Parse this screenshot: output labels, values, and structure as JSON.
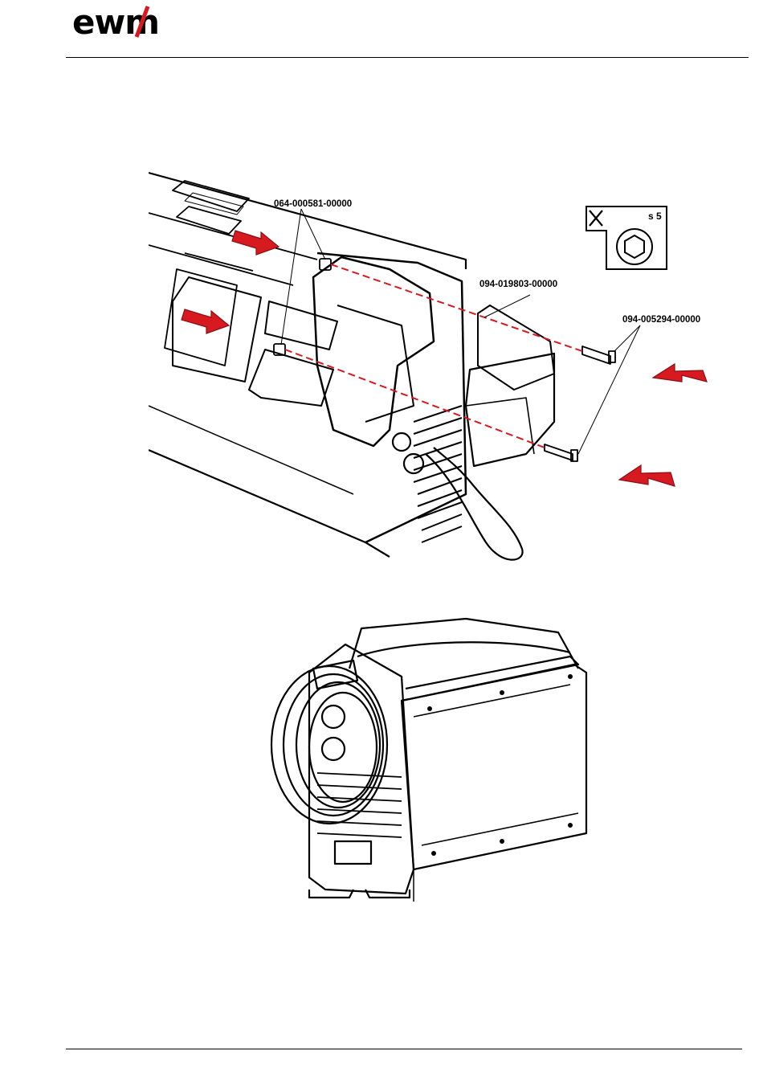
{
  "header": {
    "logo_text": "ewm",
    "logo_name": "ewm-logo",
    "logo_accent": "#d71920"
  },
  "figure_1": {
    "callouts": {
      "nut_part_number": "064-000581-00000",
      "bracket_part_number": "094-019803-00000",
      "screw_part_number": "094-005294-00000"
    },
    "tool": {
      "icon": "hex-wrench-icon",
      "size_label": "s 5"
    },
    "arrow_color": "#d71920",
    "guide_line_color": "#d71920"
  },
  "figure_2": {
    "description_icon": "welding-machine-with-cable-holder-icon"
  }
}
